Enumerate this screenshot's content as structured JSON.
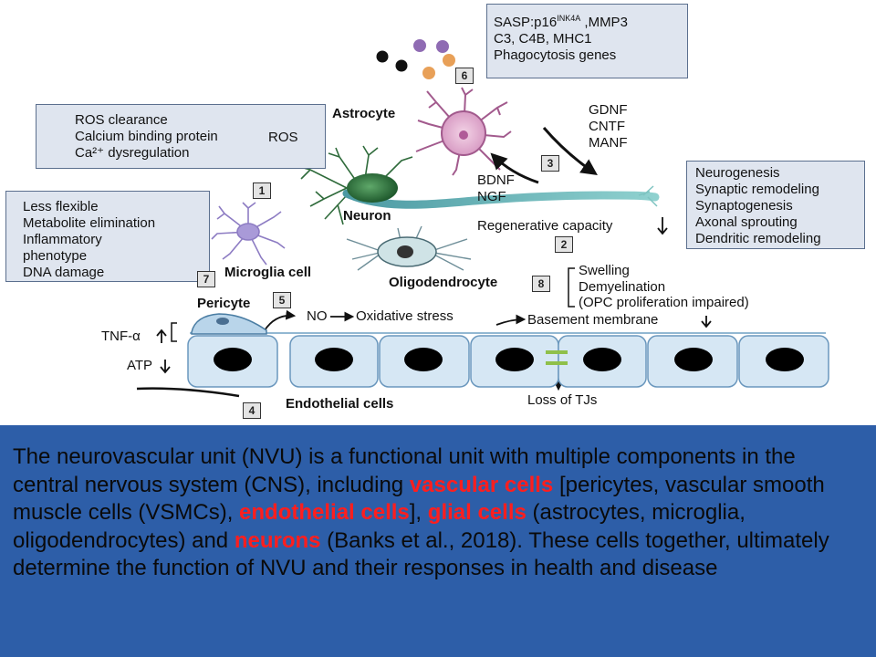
{
  "colors": {
    "caption_bg": "#2d5ea8",
    "highlight": "#ff1e1e",
    "box_bg": "#dfe5ef",
    "box_border": "#5b6f8e"
  },
  "diagram": {
    "box_senescence": {
      "lines": [
        "SASP:p16",
        "C3, C4B, MHC1",
        "Phagocytosis genes"
      ],
      "sup": "INK4A",
      "line1_tail": " ,MMP3"
    },
    "box_ros": {
      "lines": [
        "ROS clearance",
        "Calcium binding protein",
        "Ca²⁺ dysregulation"
      ],
      "right": "ROS"
    },
    "box_microglia": {
      "lines": [
        "Less flexible",
        "Metabolite elimination",
        "Inflammatory",
        "phenotype",
        "DNA damage"
      ]
    },
    "box_repair": {
      "lines": [
        "Neurogenesis",
        "Synaptic remodeling",
        "Synaptogenesis",
        "Axonal sprouting",
        "Dendritic remodeling"
      ]
    },
    "factors_astro": [
      "GDNF",
      "CNTF",
      "MANF"
    ],
    "factors_neuron": [
      "BDNF",
      "NGF"
    ],
    "oligo_effects": [
      "Swelling",
      "Demyelination",
      "(OPC proliferation impaired)"
    ],
    "labels": {
      "astrocyte": "Astrocyte",
      "neuron": "Neuron",
      "microglia": "Microglia cell",
      "oligodendrocyte": "Oligodendrocyte",
      "pericyte": "Pericyte",
      "endothelial": "Endothelial cells",
      "regenerative": "Regenerative capacity",
      "no_stress": "NO",
      "oxidative": "Oxidative stress",
      "basement": "Basement membrane",
      "tnf": "TNF-α",
      "atp": "ATP",
      "loss_tjs": "Loss of TJs"
    },
    "numbers": [
      "1",
      "2",
      "3",
      "4",
      "5",
      "6",
      "7",
      "8"
    ]
  },
  "caption": {
    "segments": [
      {
        "text": "The neurovascular unit (NVU) is a functional unit with multiple components in the central nervous system (CNS), including ",
        "highlight": false
      },
      {
        "text": "vascular cells",
        "highlight": true
      },
      {
        "text": " [pericytes, vascular smooth muscle cells (VSMCs), ",
        "highlight": false
      },
      {
        "text": "endothelial cells",
        "highlight": true
      },
      {
        "text": "], ",
        "highlight": false
      },
      {
        "text": "glial cells",
        "highlight": true
      },
      {
        "text": " (astrocytes, microglia, oligodendrocytes) and ",
        "highlight": false
      },
      {
        "text": "neurons",
        "highlight": true
      },
      {
        "text": " (Banks et al., 2018). These cells together, ultimately determine the function of NVU and their responses in health and disease",
        "highlight": false
      }
    ]
  }
}
